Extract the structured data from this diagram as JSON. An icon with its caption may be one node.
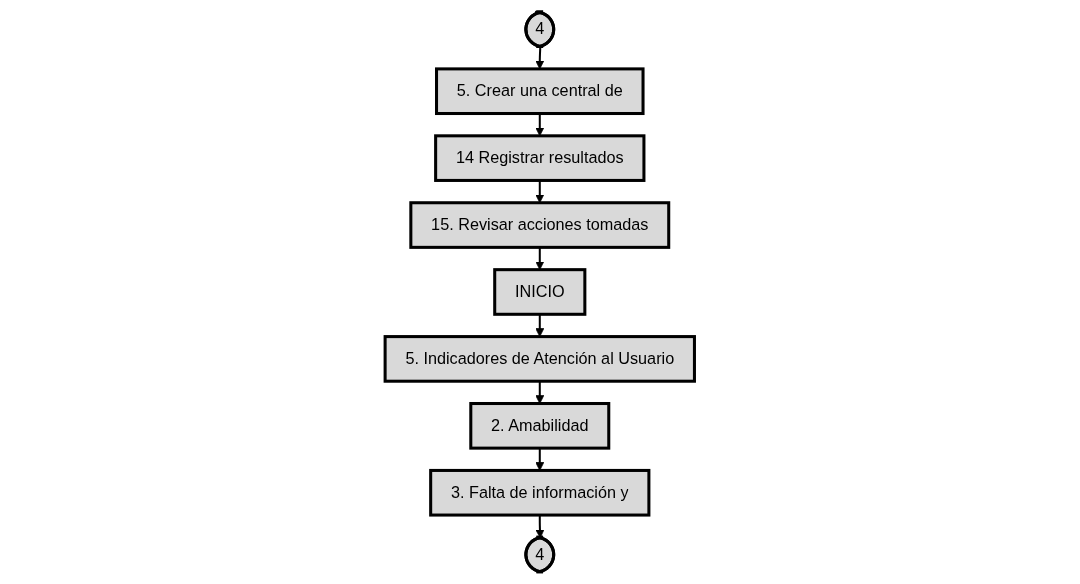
{
  "diagram": {
    "nodes": [
      {
        "text": [
          "4"
        ]
      },
      {
        "text": [
          "5. Crear una central de"
        ]
      },
      {
        "text": [
          "14 Registrar resultados"
        ]
      },
      {
        "text": [
          "15. Revisar acciones tomadas"
        ]
      },
      {
        "text": [
          "INICIO"
        ]
      },
      {
        "text": [
          "5. Indicadores de Atención al Usuario"
        ]
      },
      {
        "text": [
          "2. Amabilidad"
        ]
      },
      {
        "text": [
          "3. Falta de información y"
        ]
      },
      {
        "text": [
          "4"
        ]
      }
    ],
    "edges": [
      {
        "from": 0,
        "to": 1,
        "arrow": "to"
      },
      {
        "from": 1,
        "to": 2,
        "arrow": "to"
      },
      {
        "from": 2,
        "to": 3,
        "arrow": "to"
      },
      {
        "from": 3,
        "to": 4,
        "arrow": "to"
      },
      {
        "from": 4,
        "to": 5,
        "arrow": "to"
      },
      {
        "from": 5,
        "to": 6,
        "arrow": "to"
      },
      {
        "from": 6,
        "to": 7,
        "arrow": "to"
      },
      {
        "from": 7,
        "to": 8,
        "arrow": "to"
      }
    ]
  }
}
